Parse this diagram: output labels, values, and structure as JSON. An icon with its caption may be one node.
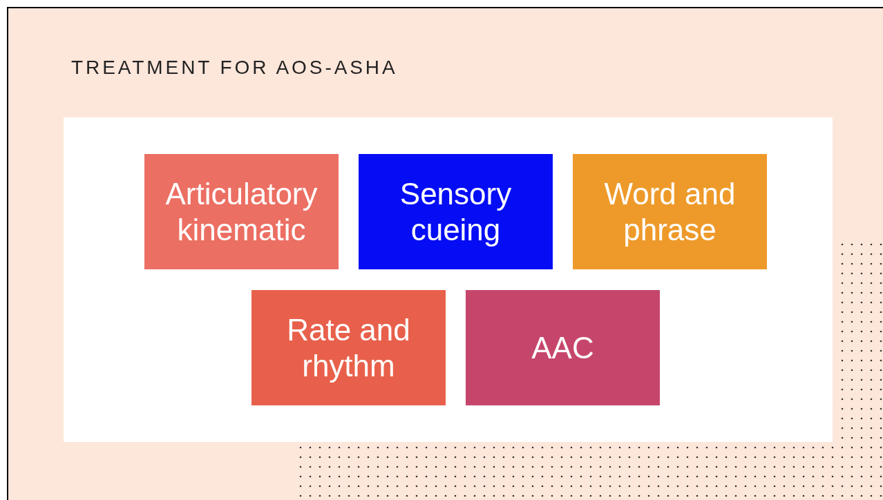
{
  "diagram": {
    "title": "TREATMENT FOR AOS-ASHA",
    "nodes": [
      {
        "text": [
          "Articulatory kinematic"
        ]
      },
      {
        "text": [
          "Sensory cueing"
        ]
      },
      {
        "text": [
          "Word and phrase"
        ]
      },
      {
        "text": [
          "Rate and rhythm"
        ]
      },
      {
        "text": [
          "AAC"
        ]
      }
    ]
  }
}
